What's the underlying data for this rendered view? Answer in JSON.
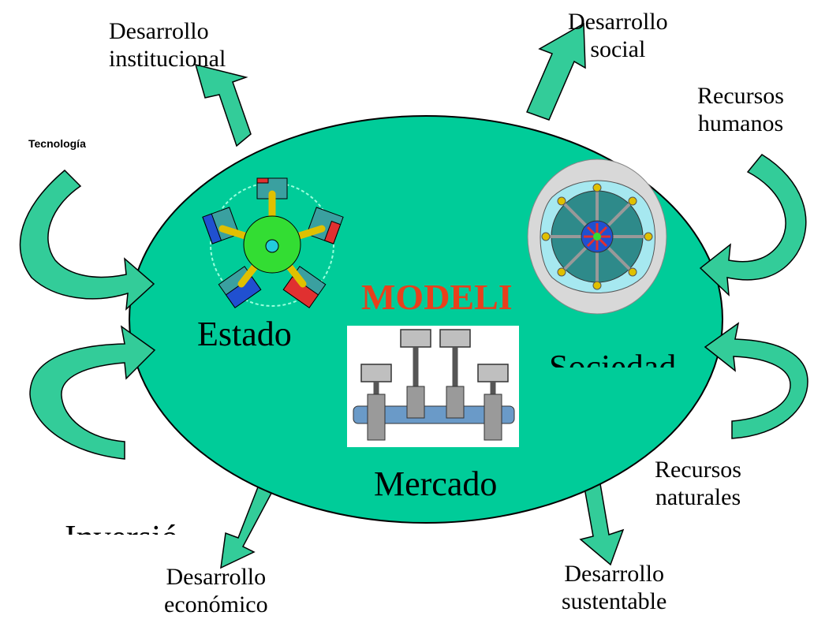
{
  "center": {
    "title": "MODELI"
  },
  "engines": {
    "estado": "Estado",
    "sociedad": "Sociedad",
    "mercado": "Mercado"
  },
  "outputs": {
    "institucional": [
      "Desarrollo",
      "institucional"
    ],
    "social": [
      "Desarrollo",
      "social"
    ],
    "economico": [
      "Desarrollo",
      "económico"
    ],
    "sustentable": [
      "Desarrollo",
      "sustentable"
    ]
  },
  "inputs": {
    "tecnologia": "Tecnología",
    "inversion": "Inversión",
    "humanos": [
      "Recursos",
      "humanos"
    ],
    "naturales": [
      "Recursos",
      "naturales"
    ]
  },
  "colors": {
    "ellipse": "#00cc99",
    "arrow": "#009977",
    "arrow_light": "#33cc99",
    "title": "#e8401c"
  }
}
